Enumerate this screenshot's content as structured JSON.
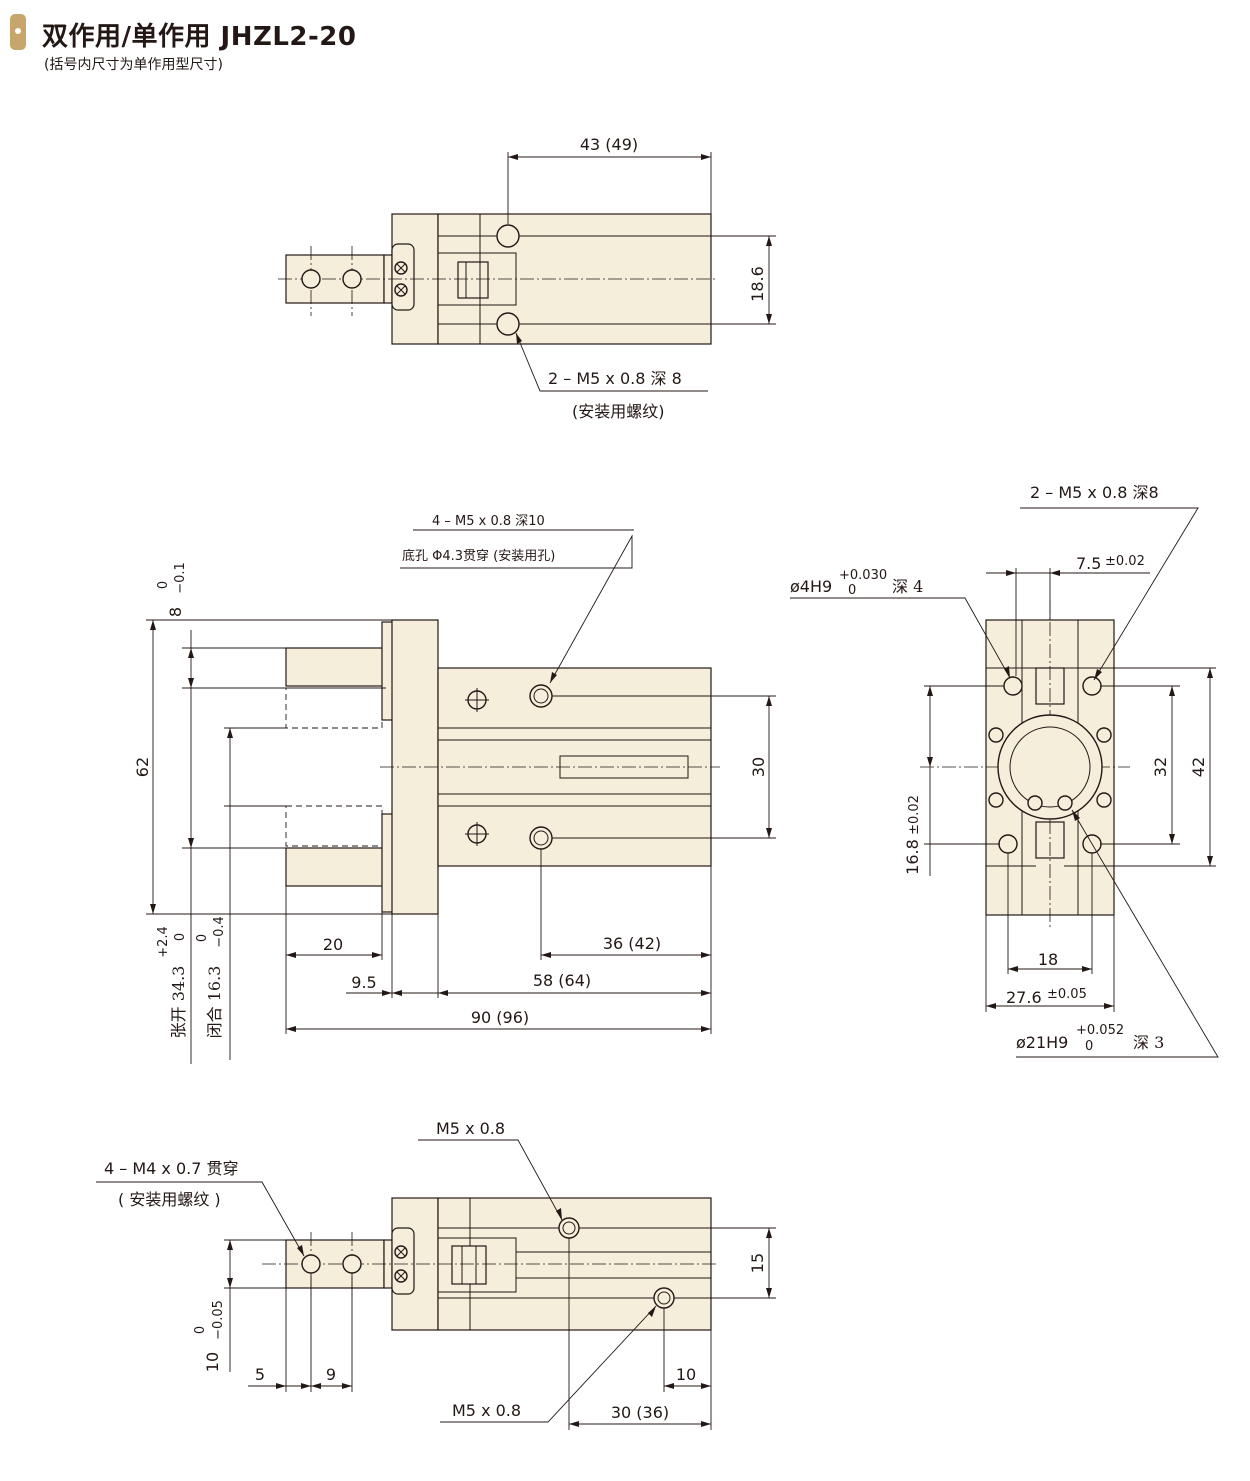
{
  "header": {
    "title": "双作用/单作用 JHZL2-20",
    "subtitle": "(括号内尺寸为单作用型尺寸)"
  },
  "top_view": {
    "dim_length": "43 (49)",
    "dim_pitch": "18.6",
    "note_thread": "2 – M5 x 0.8  深  8",
    "note_purpose": "(安装用螺纹)"
  },
  "front_view": {
    "note_thread": "4 – M5 x 0.8 深10",
    "note_hole": "底孔 Φ4.3贯穿  (安装用孔)",
    "dim_height": "62",
    "dim_jaw_nominal": "8",
    "dim_jaw_tol_upper": "0",
    "dim_jaw_tol_lower": "−0.1",
    "dim_hole_pitch": "30",
    "dim_finger": "20",
    "dim_flange": "9.5",
    "dim_body": "58 (64)",
    "dim_total": "90 (96)",
    "dim_hole_offset": "36 (42)",
    "open_label": "张开 34.3",
    "open_tol_upper": "+2.4",
    "open_tol_lower": "0",
    "close_label": "闭合 16.3",
    "close_tol_upper": "0",
    "close_tol_lower": "−0.4"
  },
  "side_view": {
    "note_thread": "2 – M5 x 0.8   深8",
    "dim_offset": "7.5",
    "dim_offset_tol": "±0.02",
    "pin_hole": "ø4H9",
    "pin_tol_upper": "+0.030",
    "pin_tol_lower": "0",
    "pin_depth": "深  4",
    "dim_v1": "16.8",
    "dim_v1_tol": "±0.02",
    "dim_h32": "32",
    "dim_h42": "42",
    "dim_w18": "18",
    "dim_w27": "27.6",
    "dim_w27_tol": "±0.05",
    "bore": "ø21H9",
    "bore_tol_upper": "+0.052",
    "bore_tol_lower": "0",
    "bore_depth": "深  3"
  },
  "bottom_view": {
    "note_thread": "4 – M4 x 0.7  贯穿",
    "note_purpose": "( 安装用螺纹 )",
    "port_top": "M5 x 0.8",
    "port_bottom": "M5 x 0.8",
    "dim_port_pitch": "15",
    "dim_jaw_nominal": "10",
    "dim_jaw_tol_upper": "0",
    "dim_jaw_tol_lower": "−0.05",
    "dim_5": "5",
    "dim_9": "9",
    "dim_10": "10",
    "dim_30": "30 (36)"
  }
}
